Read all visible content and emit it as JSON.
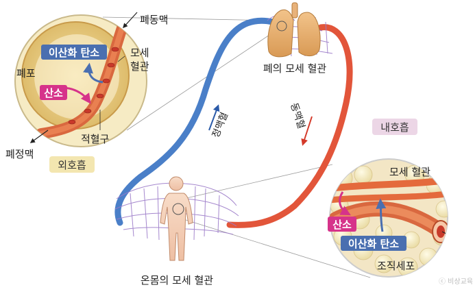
{
  "labels": {
    "pulmonary_artery": "폐동맥",
    "carbon_dioxide_lung": "이산화 탄소",
    "capillary_lung_line1": "모세",
    "capillary_lung_line2": "혈관",
    "alveolus": "폐포",
    "oxygen_lung": "산소",
    "red_blood_cell": "적혈구",
    "pulmonary_vein": "폐정맥",
    "external_respiration": "외호흡",
    "lung_capillaries": "폐의 모세 혈관",
    "venous_blood": "정맥혈",
    "arterial_blood": "동맥혈",
    "internal_respiration": "내호흡",
    "tissue_capillary": "모세 혈관",
    "oxygen_tissue": "산소",
    "carbon_dioxide_tissue": "이산화 탄소",
    "tissue_cell": "조직세포",
    "body_capillaries": "온몸의 모세 혈관",
    "watermark": "ⓒ 비상교육"
  },
  "colors": {
    "vein_blue": "#4a7fc8",
    "artery_red": "#e2553a",
    "capillary_purple": "#9b7ac8",
    "co2_badge": "#4a6fb0",
    "o2_badge": "#d6338a",
    "ext_box": "#f3e6b0",
    "int_box": "#ecd6e6"
  }
}
